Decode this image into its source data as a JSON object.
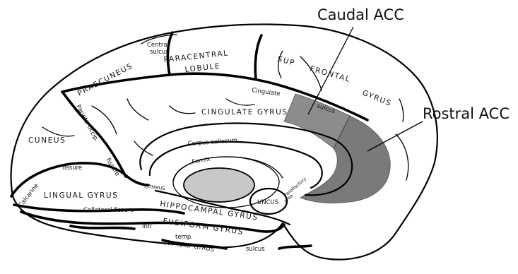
{
  "callouts": {
    "caudal": "Caudal ACC",
    "rostral": "Rostral ACC"
  },
  "labels": {
    "central_sulcus_1": "Central",
    "central_sulcus_2": "sulcus",
    "paracentral": "PARACENTRAL",
    "lobule": "LOBULE",
    "praecuneus": "PRAECUNEUS",
    "sup": "SUP",
    "frontal": "FRONTAL",
    "gyrus_frontal": "GYRUS",
    "cingulate_sulcus_1": "Cingulate",
    "cingulate_sulcus_2": "sulcus",
    "cingulate_gyrus": "CINGULATE GYRUS",
    "corpus_callosum": "Corpus callosum",
    "parieto_occip": "Parieto-occip.",
    "fissure_parieto": "fissure",
    "cuneus": "CUNEUS",
    "calcarine": "Calcarine",
    "fissure_calcarine": "fissure",
    "isthmus": "ISTHMUS",
    "fornix": "Fornix",
    "lingual_gyrus": "LINGUAL GYRUS",
    "hippocampal_gyrus": "HIPPOCAMPAL GYRUS",
    "uncus": "UNCUS",
    "parolfactory_1": "Parolfactory",
    "parolfactory_2": "area",
    "collateral_fissure": "Collateral fissure",
    "fusiform_gyrus": "FUSIFORM GYRUS",
    "infr": "Infr",
    "temp": "temp.",
    "inf_temp_gyrus": "INF. TEMP GYRUS",
    "sulcus_bottom": "sulcus"
  },
  "colors": {
    "caudal_acc": "#8c8c8c",
    "rostral_acc": "#7a7a7a",
    "thalamus": "#c8c8c8",
    "outline": "#000000",
    "background": "#ffffff"
  }
}
